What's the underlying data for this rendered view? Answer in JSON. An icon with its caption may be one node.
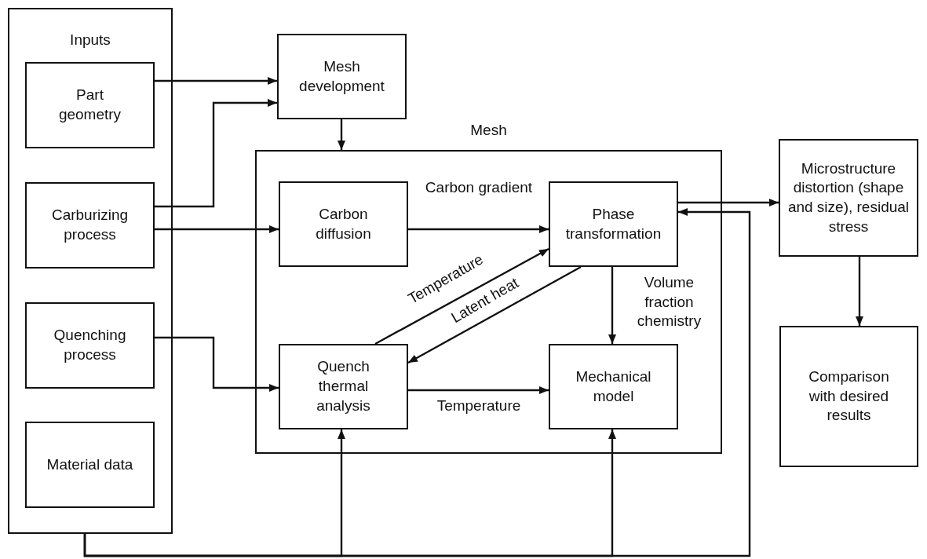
{
  "diagram": {
    "nodes": [
      {
        "text": [
          "Inputs"
        ]
      },
      {
        "text": [
          "Part geometry"
        ],
        "in": 0
      },
      {
        "text": [
          "Carburizing process"
        ],
        "in": 0
      },
      {
        "text": [
          "Quenching process"
        ],
        "in": 0
      },
      {
        "text": [
          "Material data"
        ],
        "in": 0
      },
      {
        "text": [
          "Mesh development"
        ]
      },
      {
        "text": [
          "Mesh"
        ]
      },
      {
        "text": [
          "Carbon diffusion"
        ],
        "in": 6
      },
      {
        "text": [
          "Phase transformation"
        ],
        "in": 6
      },
      {
        "text": [
          "Quench thermal analysis"
        ],
        "in": 6
      },
      {
        "text": [
          "Mechanical model"
        ],
        "in": 6
      },
      {
        "text": [
          "Microstructure distortion (shape and size), residual stress"
        ]
      },
      {
        "text": [
          "Comparison with desired results"
        ]
      }
    ],
    "edges": [
      {
        "from": 1,
        "to": 5,
        "arrow": "to"
      },
      {
        "from": 2,
        "to": 5,
        "arrow": "to"
      },
      {
        "from": 2,
        "to": 7,
        "arrow": "to"
      },
      {
        "from": 3,
        "to": 9,
        "arrow": "to"
      },
      {
        "from": 5,
        "to": 6,
        "arrow": "to"
      },
      {
        "from": 7,
        "to": 8,
        "arrow": "to",
        "label": "Carbon gradient"
      },
      {
        "from": 9,
        "to": 8,
        "arrow": "to",
        "label": "Temperature"
      },
      {
        "from": 8,
        "to": 9,
        "arrow": "to",
        "label": "Latent heat"
      },
      {
        "from": 8,
        "to": 10,
        "arrow": "to",
        "label": "Volume fraction chemistry"
      },
      {
        "from": 9,
        "to": 10,
        "arrow": "to",
        "label": "Temperature"
      },
      {
        "from": 8,
        "to": 11,
        "arrow": "to"
      },
      {
        "from": 11,
        "to": 12,
        "arrow": "to"
      },
      {
        "from": 0,
        "to": 9,
        "arrow": "to"
      },
      {
        "from": 0,
        "to": 10,
        "arrow": "to"
      },
      {
        "from": 0,
        "to": 8,
        "arrow": "to"
      }
    ]
  }
}
